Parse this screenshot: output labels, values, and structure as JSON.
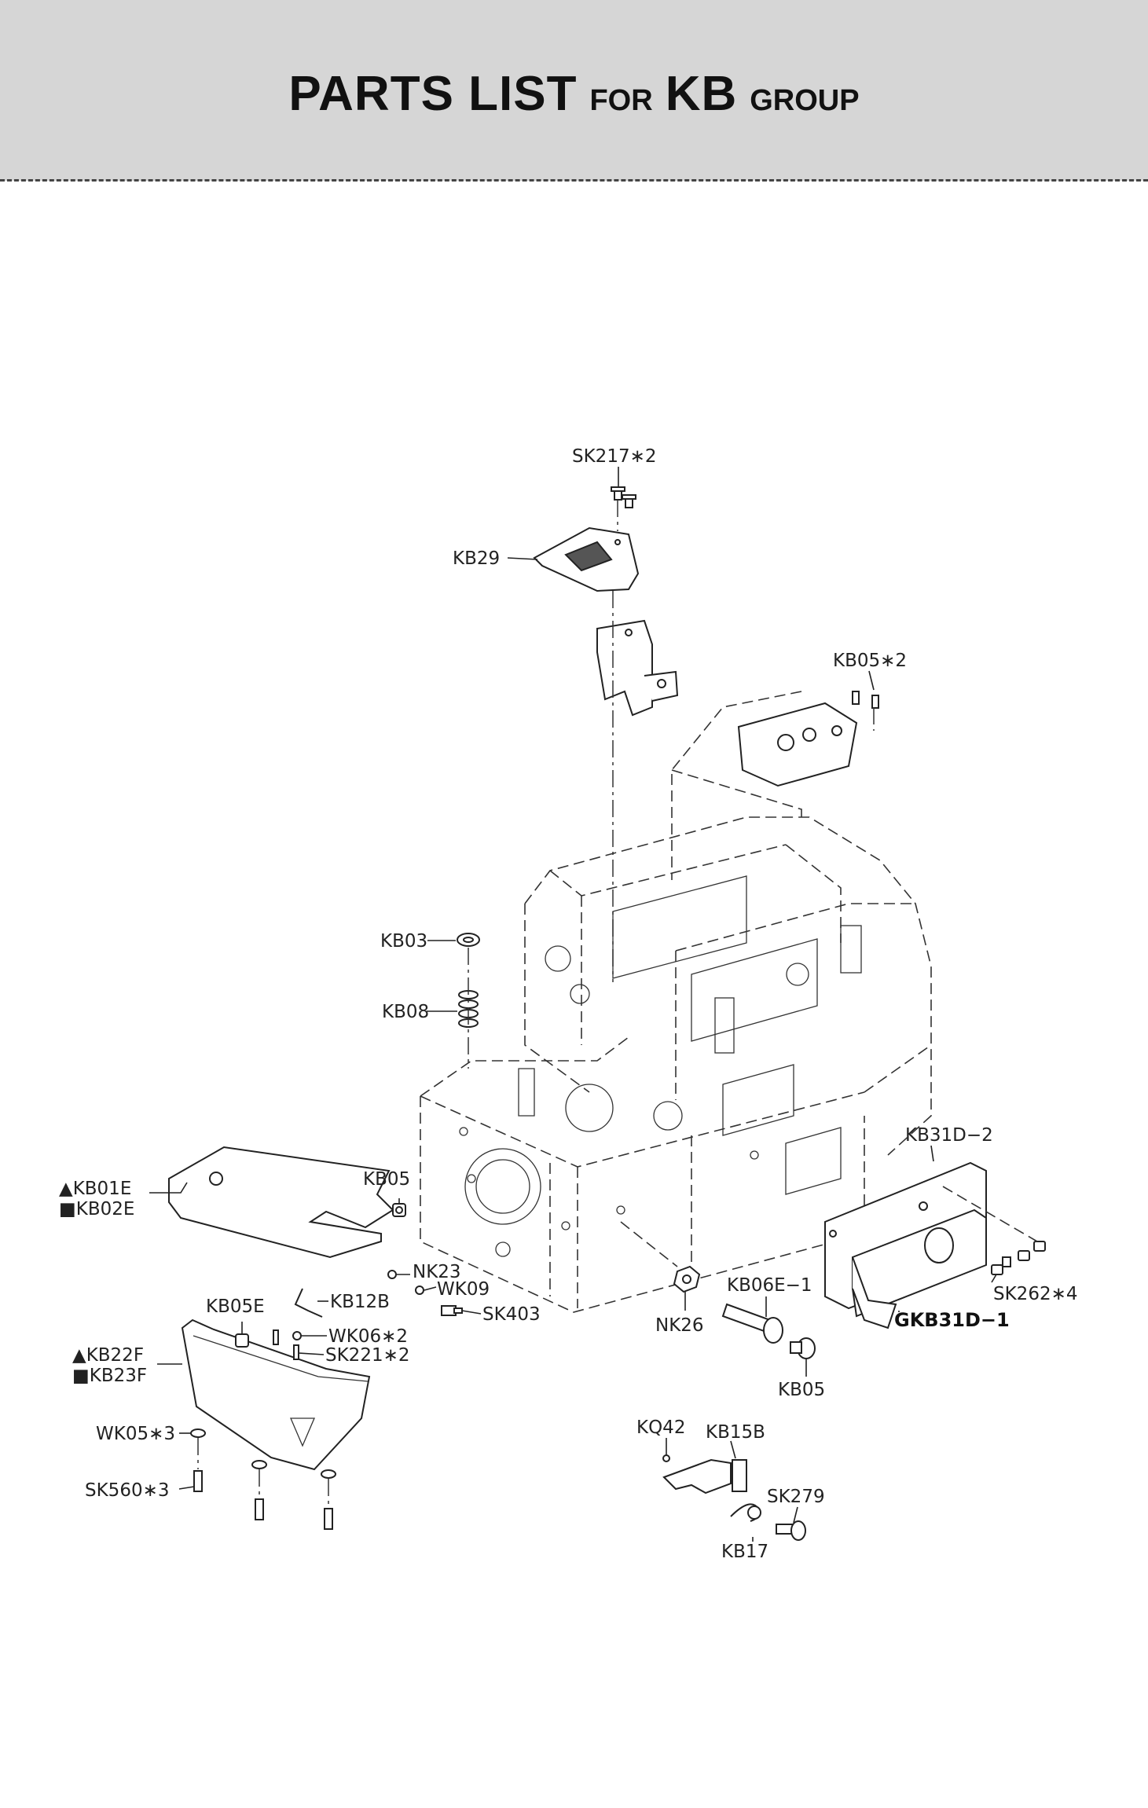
{
  "header": {
    "title_parts_list": "PARTS LIST",
    "title_for": "FOR",
    "title_group_code": "KB",
    "title_group": "GROUP"
  },
  "labels": {
    "sk217": "SK217∗2",
    "kb29": "KB29",
    "kb05_2": "KB05∗2",
    "kb03": "KB03",
    "kb08": "KB08",
    "kb31d2": "KB31D−2",
    "kb01e": "▲KB01E",
    "kb02e": "■KB02E",
    "kb05_upper": "KB05",
    "nk23": "NK23",
    "wk09": "WK09",
    "sk403": "SK403",
    "kb12b": "KB12B",
    "kb05e": "KB05E",
    "wk06": "WK06∗2",
    "sk221": "SK221∗2",
    "kb22f": "▲KB22F",
    "kb23f": "■KB23F",
    "nk26": "NK26",
    "kb06e1": "KB06E−1",
    "kb05_lower": "KB05",
    "sk262": "SK262∗4",
    "gkb31d1": "GKB31D−1",
    "wk05": "WK05∗3",
    "sk560": "SK560∗3",
    "kq42": "KQ42",
    "kb15b": "KB15B",
    "sk279": "SK279",
    "kb17": "KB17"
  }
}
